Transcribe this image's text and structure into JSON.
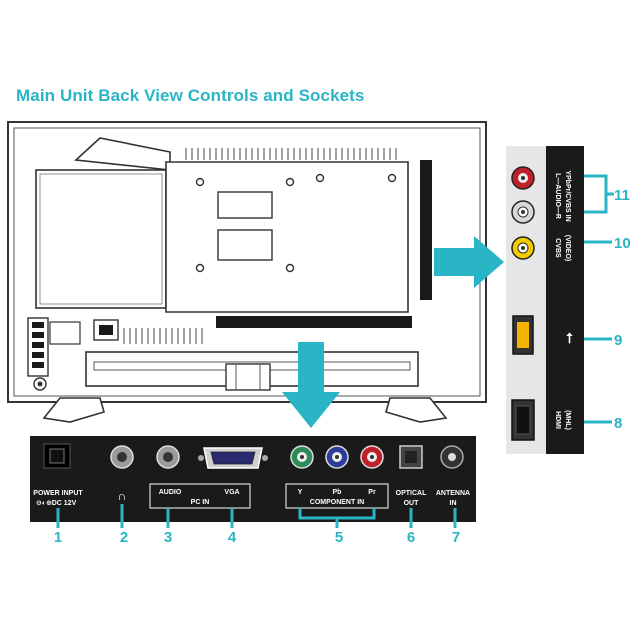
{
  "title": "Main Unit Back View Controls and Sockets",
  "colors": {
    "accent": "#29b5c6",
    "panel": "#1a1a1a",
    "line": "#333333"
  },
  "bottom_panel": {
    "power_label_line1": "POWER INPUT",
    "power_label_line2": "DC 12V",
    "pc_audio_label": "AUDIO",
    "pc_vga_label": "VGA",
    "pc_in_label": "PC IN",
    "comp_y_label": "Y",
    "comp_pb_label": "Pb",
    "comp_pr_label": "Pr",
    "comp_in_label": "COMPONENT IN",
    "optical_line1": "OPTICAL",
    "optical_line2": "OUT",
    "antenna_line1": "ANTENNA",
    "antenna_line2": "IN"
  },
  "side_panel": {
    "audio_line1": "L—AUDIO—R",
    "audio_line2": "YPbPr/CVBS IN",
    "cvbs_line1": "CVBS",
    "cvbs_line2": "(VIDEO)",
    "hdmi_line1": "HDMI",
    "hdmi_line2": "(MHL)"
  },
  "callouts": [
    "1",
    "2",
    "3",
    "4",
    "5",
    "6",
    "7",
    "8",
    "9",
    "10",
    "11"
  ]
}
